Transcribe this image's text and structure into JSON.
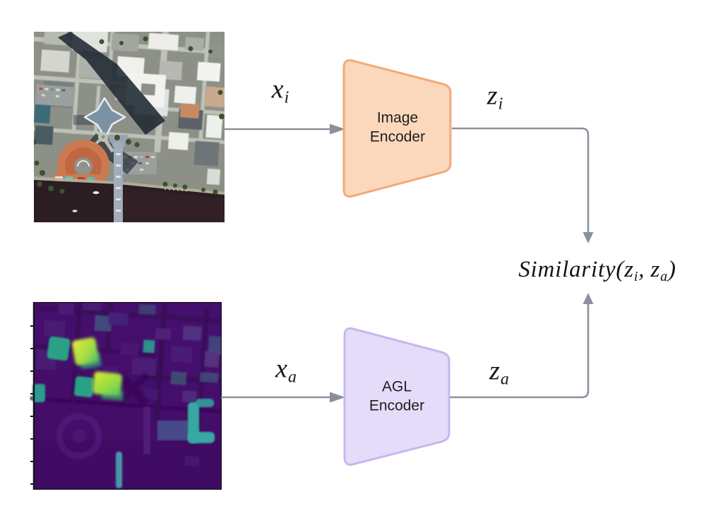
{
  "figure": {
    "title": "dual-encoder similarity architecture",
    "images": {
      "satellite": "satellite-rgb-image-patch",
      "agl": "agl-height-map-patch"
    },
    "labels": {
      "x_i": {
        "base": "x",
        "sub": "i"
      },
      "x_a": {
        "base": "x",
        "sub": "a"
      },
      "z_i": {
        "base": "z",
        "sub": "i"
      },
      "z_a": {
        "base": "z",
        "sub": "a"
      }
    },
    "encoders": {
      "image": {
        "line1": "Image",
        "line2": "Encoder"
      },
      "agl": {
        "line1": "AGL",
        "line2": "Encoder"
      }
    },
    "similarity": {
      "name": "Similarity",
      "open_paren": "(",
      "arg1_base": "z",
      "arg1_sub": "i",
      "separator": ",",
      "arg2_base": "z",
      "arg2_sub": "a",
      "close_paren": ")"
    },
    "colors": {
      "connector": "#8a919c",
      "image_encoder_fill": "#fbd8bb",
      "image_encoder_border": "#f4a978",
      "agl_encoder_fill": "#e4dcf9",
      "agl_encoder_border": "#c8b6ef"
    }
  }
}
